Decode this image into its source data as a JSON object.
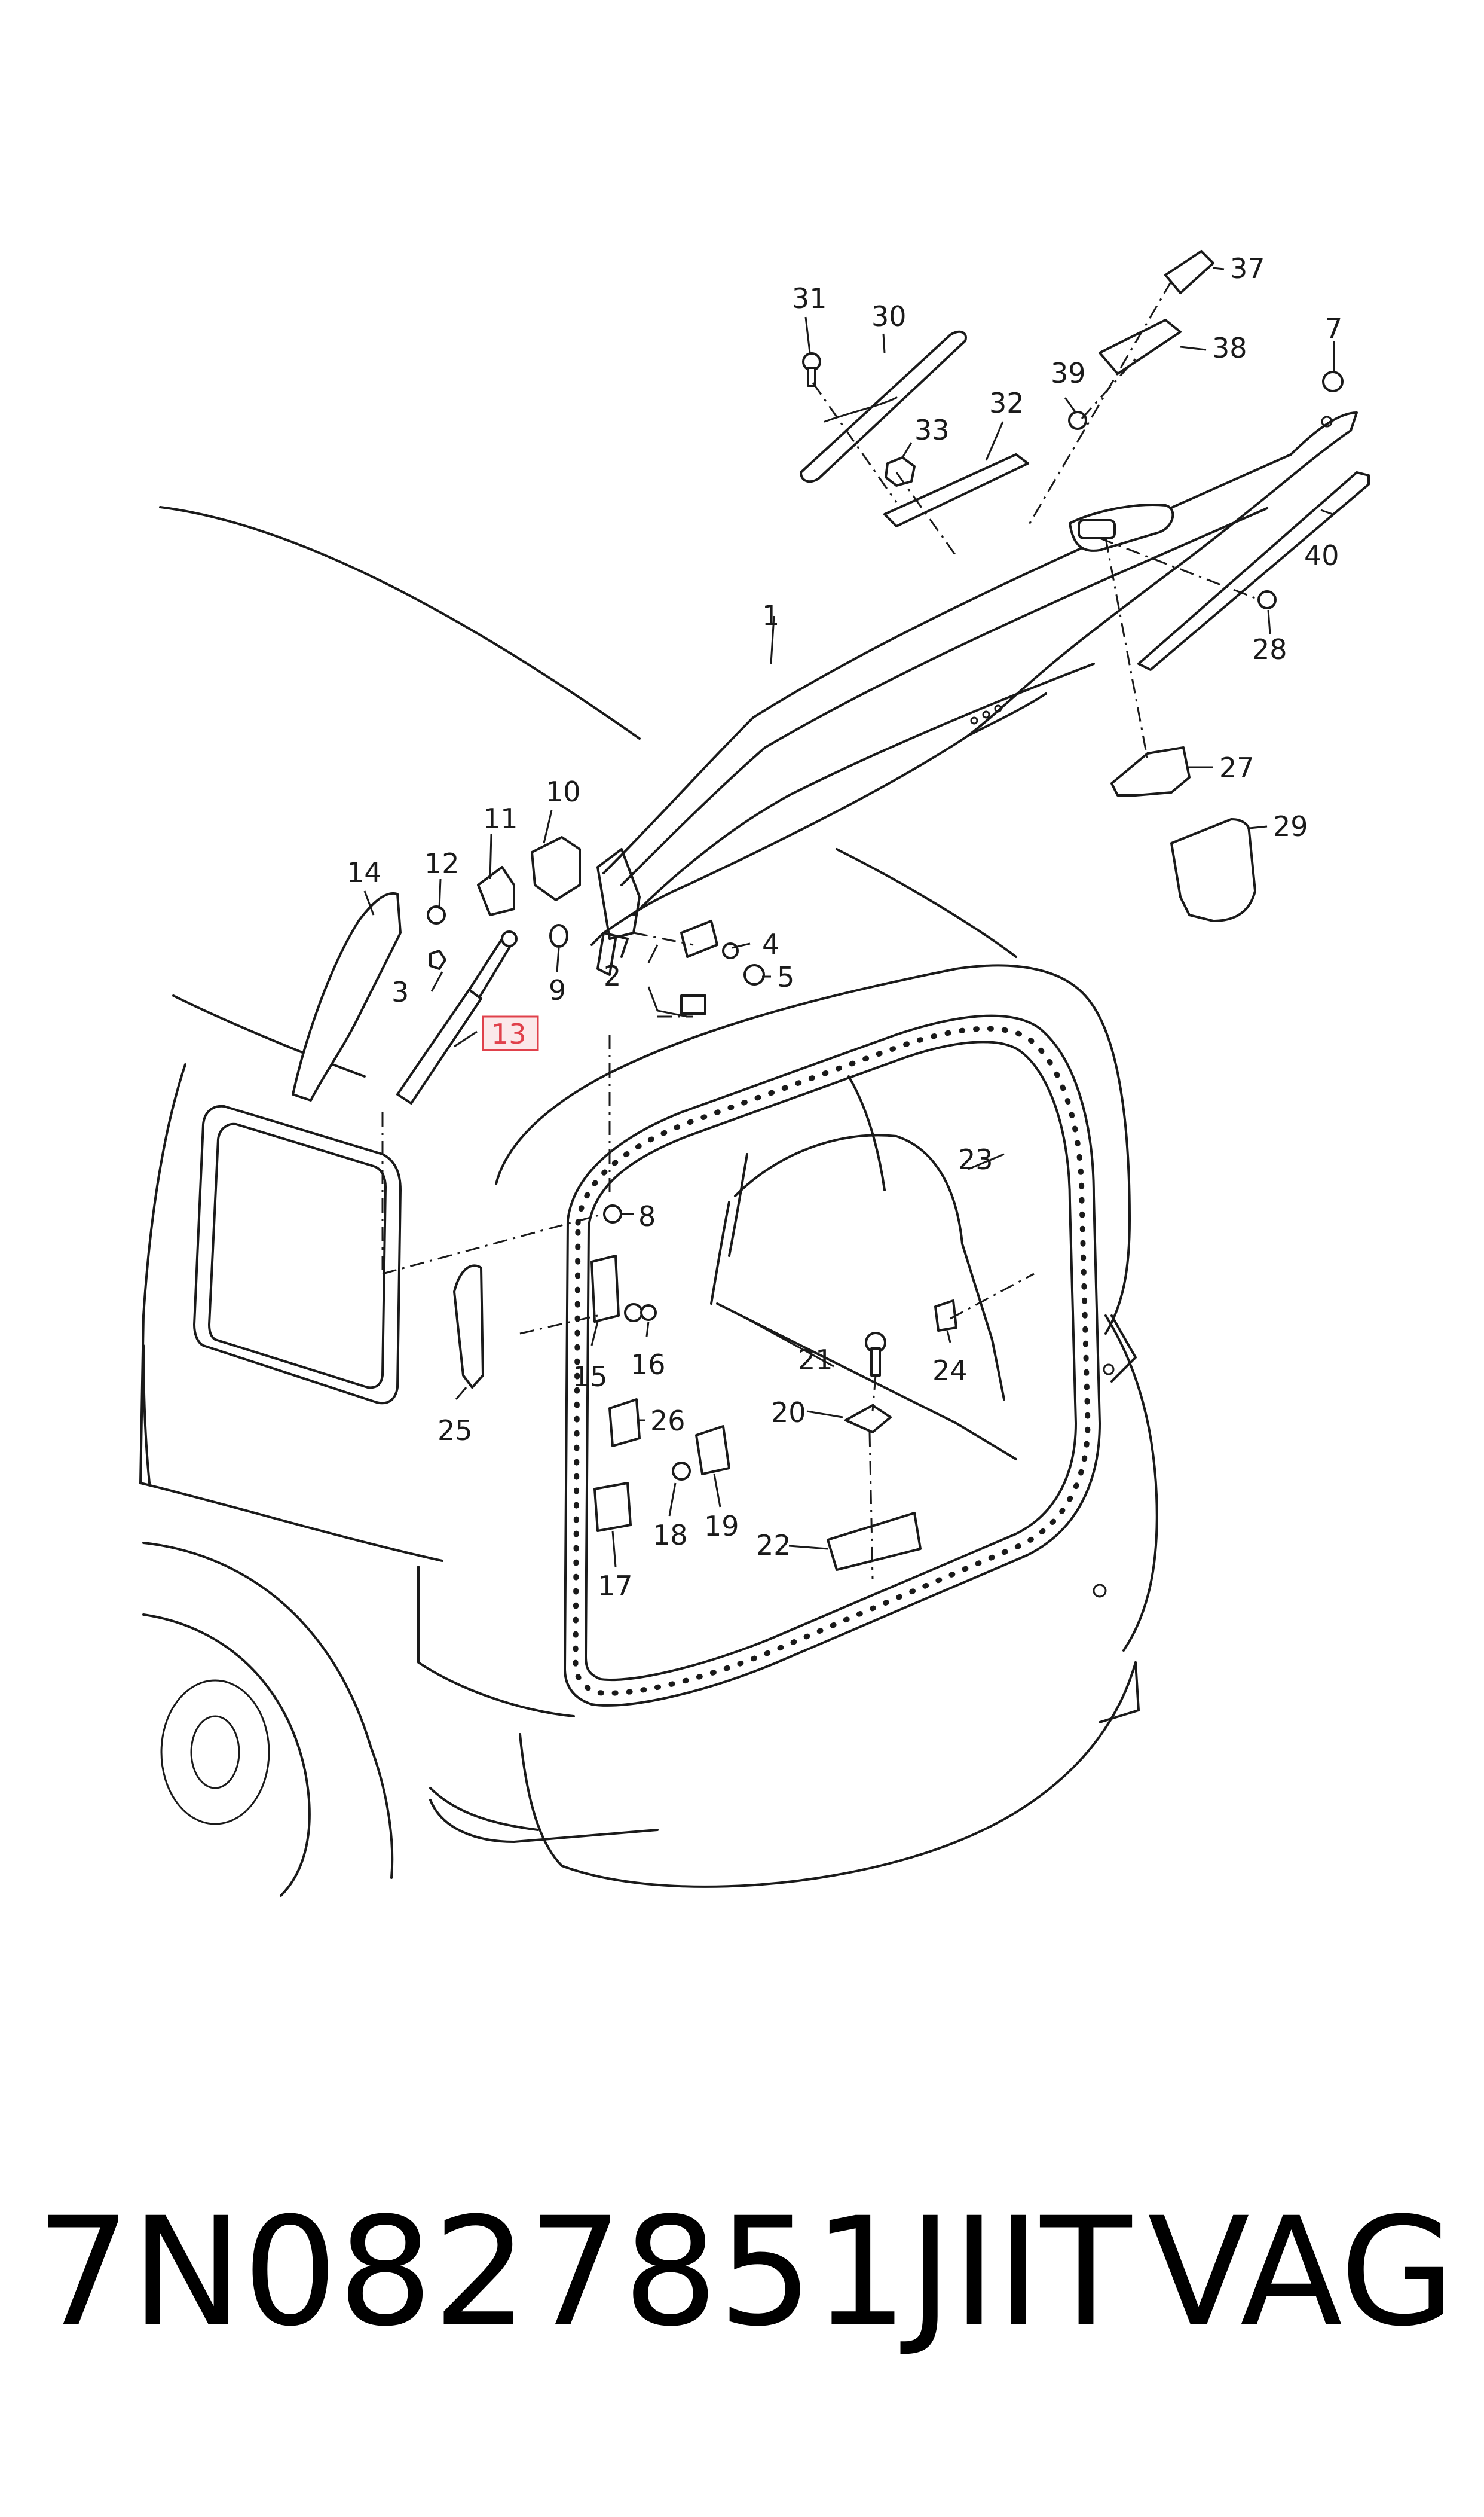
{
  "callouts": [
    "1",
    "2",
    "3",
    "4",
    "5",
    "7",
    "8",
    "9",
    "10",
    "11",
    "12",
    "13",
    "14",
    "15",
    "16",
    "17",
    "18",
    "19",
    "20",
    "21",
    "22",
    "23",
    "24",
    "25",
    "26",
    "27",
    "28",
    "29",
    "30",
    "31",
    "32",
    "33",
    "37",
    "38",
    "39",
    "40"
  ],
  "highlighted_callout": "13",
  "highlight_color": "#e0414b",
  "caption": {
    "part_number": "7N0827851JIIT",
    "brand": "VAG"
  }
}
